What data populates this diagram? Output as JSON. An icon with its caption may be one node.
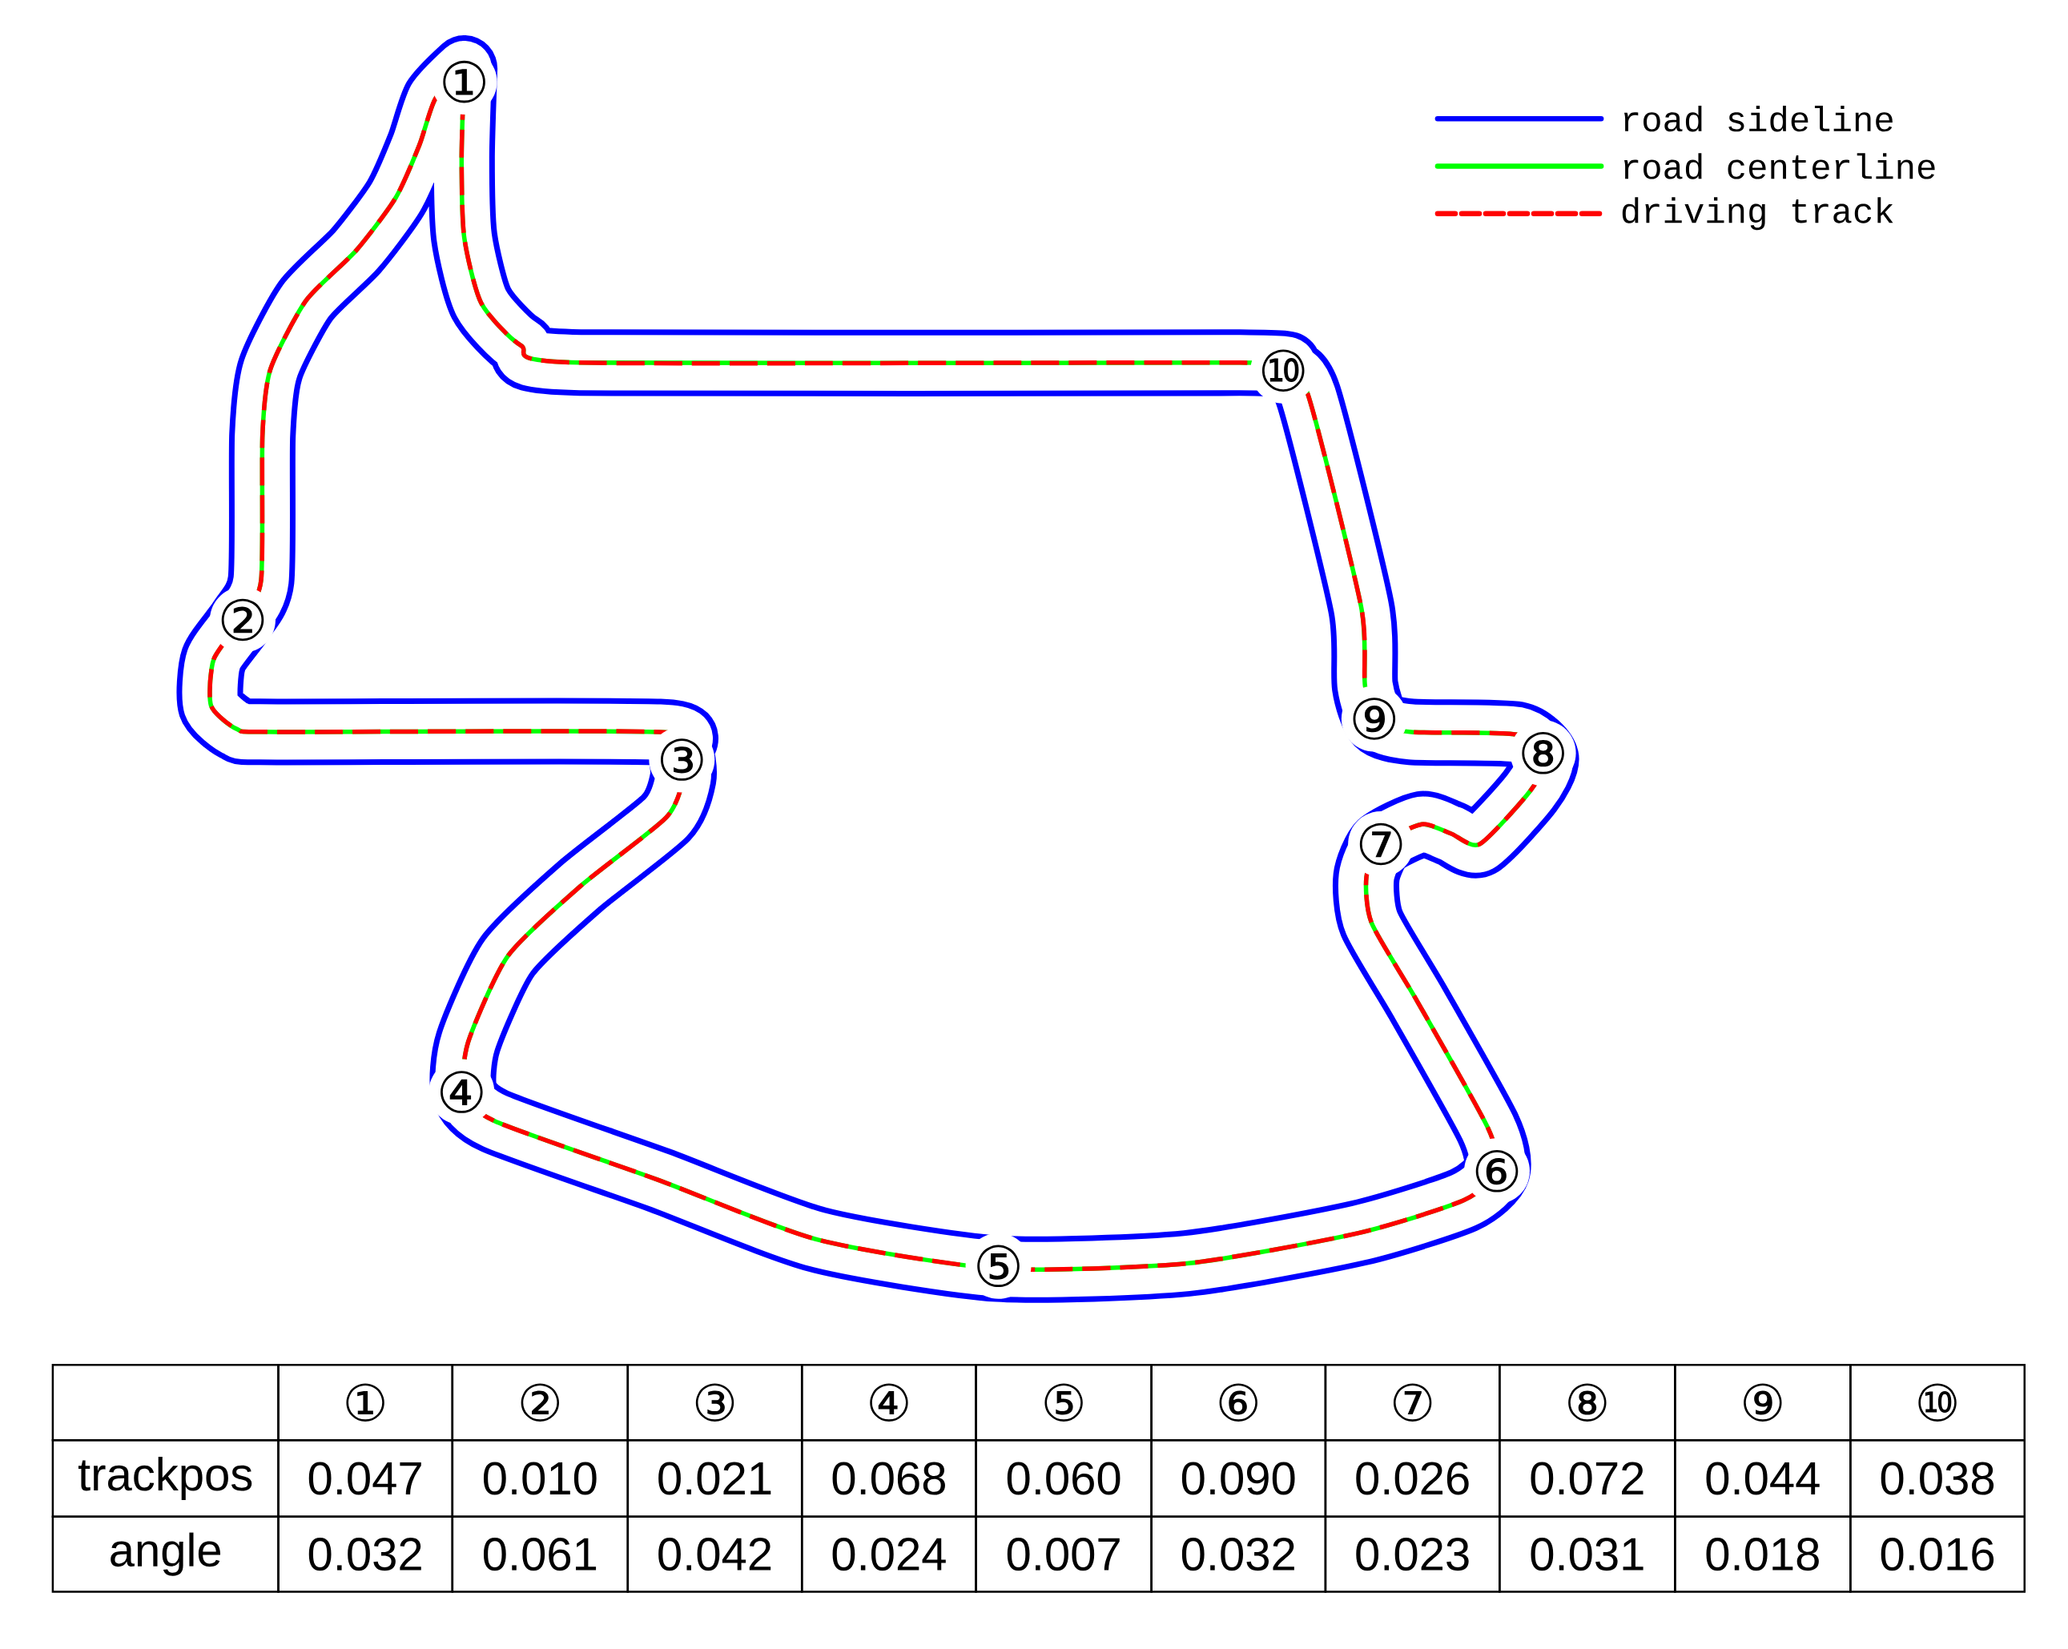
{
  "diagram": {
    "labels": [
      "①",
      "②",
      "③",
      "④",
      "⑤",
      "⑥",
      "⑦",
      "⑧",
      "⑨",
      "⑩",
      "①",
      "②",
      "③",
      "④",
      "⑤",
      "⑥",
      "⑦",
      "⑧",
      "⑨",
      "⑩",
      "trackpos",
      "0.047",
      "0.010",
      "0.021",
      "0.068",
      "0.060",
      "0.090",
      "0.026",
      "0.072",
      "0.044",
      "0.038",
      "angle",
      "0.032",
      "0.061",
      "0.042",
      "0.024",
      "0.007",
      "0.032",
      "0.023",
      "0.031",
      "0.018",
      "0.016"
    ],
    "legend": [
      {
        "text": "road sideline"
      },
      {
        "text": "road centerline"
      },
      {
        "text": "driving track"
      }
    ]
  }
}
